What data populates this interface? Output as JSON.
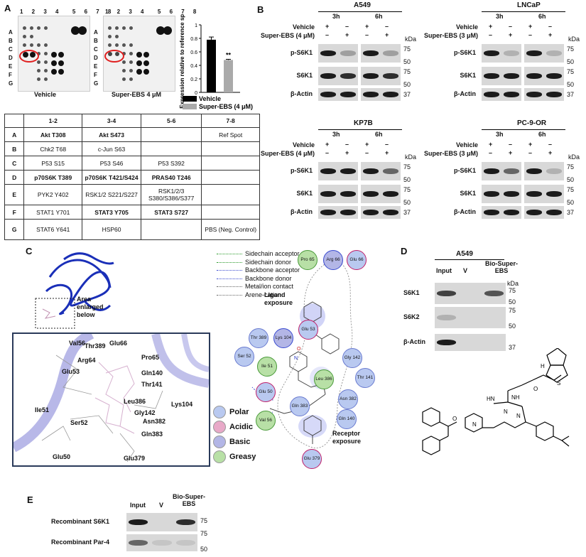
{
  "panelA": {
    "label": "A",
    "cols": [
      "1",
      "2",
      "3",
      "4",
      "5",
      "6",
      "7",
      "8"
    ],
    "rows": [
      "A",
      "B",
      "C",
      "D",
      "E",
      "F",
      "G"
    ],
    "membrane1_caption": "Vehicle",
    "membrane2_caption": "Super-EBS 4 μM",
    "legend": [
      "Vehicle",
      "Super-EBS (4 μM)"
    ],
    "significance": "**",
    "table": {
      "headers": [
        "",
        "1-2",
        "3-4",
        "5-6",
        "7-8"
      ],
      "rows": [
        [
          "A",
          "Akt T308",
          "Akt S473",
          "",
          "Ref Spot"
        ],
        [
          "B",
          "Chk2 T68",
          "c-Jun S63",
          "",
          ""
        ],
        [
          "C",
          "P53 S15",
          "P53 S46",
          "P53 S392",
          ""
        ],
        [
          "D",
          "p70S6K T389",
          "p70S6K T421/S424",
          "PRAS40 T246",
          ""
        ],
        [
          "E",
          "PYK2 Y402",
          "RSK1/2 S221/S227",
          "RSK1/2/3 S380/S386/S377",
          ""
        ],
        [
          "F",
          "STAT1 Y701",
          "STAT3 Y705",
          "STAT3 S727",
          ""
        ],
        [
          "G",
          "STAT6 Y641",
          "HSP60",
          "",
          "PBS (Neg. Control)"
        ]
      ],
      "bold_cells": [
        "0-1",
        "0-2",
        "3-1",
        "3-2",
        "3-3",
        "5-2",
        "5-3"
      ]
    }
  },
  "chart_data": {
    "type": "bar",
    "categories": [
      "Vehicle",
      "Super-EBS (4 μM)"
    ],
    "values": [
      0.78,
      0.48
    ],
    "errors": [
      0.04,
      0.01
    ],
    "colors": [
      "#000000",
      "#aaaaaa"
    ],
    "ylabel": "Expression relative to reference spot",
    "ylim": [
      0,
      1
    ],
    "yticks": [
      "0",
      "0.2",
      "0.4",
      "0.6",
      "0.8",
      "1"
    ],
    "annotation": "**"
  },
  "panelB": {
    "label": "B",
    "kda": "kDa",
    "blots": [
      {
        "cell": "A549",
        "t1": "3h",
        "t2": "6h",
        "veh": "Vehicle",
        "drug": "Super-EBS (4 μM)",
        "signs_veh": [
          "+",
          "–",
          "+",
          "–"
        ],
        "signs_drug": [
          "–",
          "+",
          "–",
          "+"
        ],
        "rows": [
          "p-S6K1",
          "S6K1",
          "β-Actin"
        ],
        "markers": [
          "75",
          "50",
          "75",
          "50",
          "37"
        ]
      },
      {
        "cell": "LNCaP",
        "t1": "3h",
        "t2": "6h",
        "veh": "Vehicle",
        "drug": "Super-EBS (3 μM)",
        "signs_veh": [
          "+",
          "–",
          "+",
          "–"
        ],
        "signs_drug": [
          "–",
          "+",
          "–",
          "+"
        ],
        "rows": [
          "p-S6K1",
          "S6K1",
          "β-Actin"
        ],
        "markers": [
          "75",
          "50",
          "75",
          "50",
          "37"
        ]
      },
      {
        "cell": "KP7B",
        "t1": "3h",
        "t2": "6h",
        "veh": "Vehicle",
        "drug": "Super-EBS (4 μM)",
        "signs_veh": [
          "+",
          "–",
          "+",
          "–"
        ],
        "signs_drug": [
          "–",
          "+",
          "–",
          "+"
        ],
        "rows": [
          "p-S6K1",
          "S6K1",
          "β-Actin"
        ],
        "markers": [
          "75",
          "50",
          "75",
          "50",
          "37"
        ]
      },
      {
        "cell": "PC-9-OR",
        "t1": "3h",
        "t2": "6h",
        "veh": "Vehicle",
        "drug": "Super-EBS (3 μM)",
        "signs_veh": [
          "+",
          "–",
          "+",
          "–"
        ],
        "signs_drug": [
          "–",
          "+",
          "–",
          "+"
        ],
        "rows": [
          "p-S6K1",
          "S6K1",
          "β-Actin"
        ],
        "markers": [
          "75",
          "50",
          "75",
          "50",
          "37"
        ]
      }
    ]
  },
  "panelC": {
    "label": "C",
    "area_note": "Area enlarged below",
    "residues3d": [
      "Val56",
      "Thr389",
      "Glu66",
      "Arg64",
      "Pro65",
      "Glu53",
      "Gln140",
      "Thr141",
      "Ile51",
      "Lys104",
      "Ser52",
      "Leu386",
      "Gly142",
      "Asn382",
      "Gln383",
      "Glu50",
      "Glu379"
    ],
    "interactions": [
      "Sidechain acceptor",
      "Sidechain donor",
      "Backbone acceptor",
      "Backbone donor",
      "Metal/ion contact",
      "Arene-cation"
    ],
    "ligand_exposure": "Ligand exposure",
    "receptor_exposure": "Receptor exposure",
    "legend": [
      {
        "name": "Polar",
        "color": "#b9c9f0"
      },
      {
        "name": "Acidic",
        "color": "#e8a9c8"
      },
      {
        "name": "Basic",
        "color": "#b3b6e6"
      },
      {
        "name": "Greasy",
        "color": "#b8e0a6"
      }
    ],
    "residues2d": [
      "Pro 65",
      "Arg 66",
      "Glu 66",
      "Glu 53",
      "Thr 389",
      "Lys 104",
      "Ser 52",
      "Ile 51",
      "Glu 50",
      "Gly 142",
      "Leu 386",
      "Thr 141",
      "Asn 382",
      "Gln 383",
      "Val 56",
      "Gln 140",
      "Glu 379"
    ]
  },
  "panelD": {
    "label": "D",
    "cell": "A549",
    "lanes": [
      "Input",
      "V",
      "Bio-Super-EBS"
    ],
    "kda": "kDa",
    "rows": [
      "S6K1",
      "S6K2",
      "β-Actin"
    ],
    "markers": [
      "75",
      "50",
      "75",
      "50",
      "37"
    ]
  },
  "panelE": {
    "label": "E",
    "lanes": [
      "Input",
      "V",
      "Bio-Super-EBS"
    ],
    "rows": [
      "Recombinant S6K1",
      "Recombinant Par-4"
    ],
    "markers": [
      "75",
      "75",
      "50"
    ]
  }
}
